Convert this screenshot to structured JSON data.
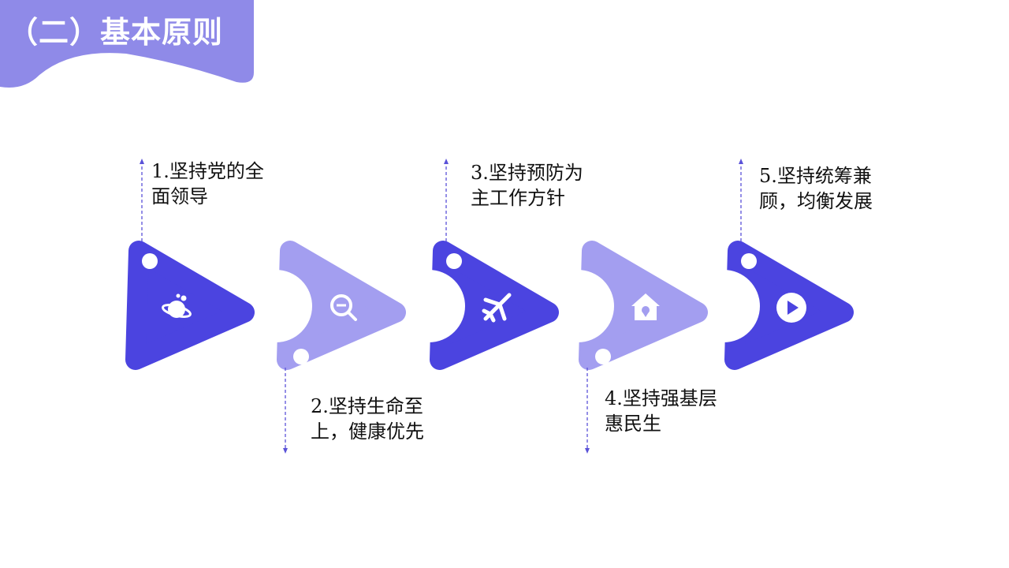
{
  "header": {
    "title": "（二）基本原则",
    "color": "#8f8ae8"
  },
  "colors": {
    "dark": "#4b44e0",
    "light": "#a39ef0",
    "arrow": "#5a52d8"
  },
  "steps": [
    {
      "label": "1.坚持党的全面领导",
      "lines": [
        "1.坚持党的全",
        "面领导"
      ],
      "icon": "planet-icon",
      "tone": "dark"
    },
    {
      "label": "2.坚持生命至上，健康优先",
      "lines": [
        "2.坚持生命至",
        "上，健康优先"
      ],
      "icon": "zoom-out-icon",
      "tone": "light"
    },
    {
      "label": "3.坚持预防为主工作方针",
      "lines": [
        "3.坚持预防为",
        "主工作方针"
      ],
      "icon": "airplane-icon",
      "tone": "dark"
    },
    {
      "label": "4.坚持强基层惠民生",
      "lines": [
        "4.坚持强基层",
        "惠民生"
      ],
      "icon": "home-location-icon",
      "tone": "light"
    },
    {
      "label": "5.坚持统筹兼顾，均衡发展",
      "lines": [
        "5.坚持统筹兼",
        "顾，均衡发展"
      ],
      "icon": "play-icon",
      "tone": "dark"
    }
  ]
}
